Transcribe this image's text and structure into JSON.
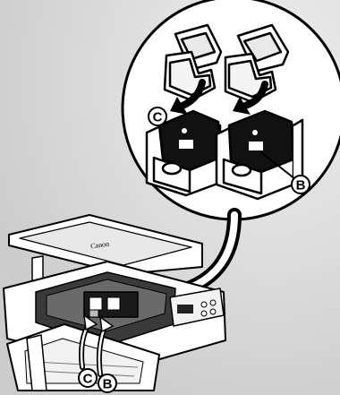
{
  "diagram": {
    "brand_label": "Canon",
    "callouts": {
      "left_cartridge": "C",
      "right_cartridge": "B",
      "left_slot": "C",
      "right_slot": "B"
    },
    "colors": {
      "background": "#d4d4d4",
      "circle_fill": "#ffffff",
      "line": "#000000",
      "cartridge_body": "#000000",
      "printer_body": "#ffffff",
      "callout_fill": "#ffffff"
    },
    "icons": [
      "ink-cartridge-icon",
      "printer-icon",
      "curved-arrow-icon"
    ]
  }
}
